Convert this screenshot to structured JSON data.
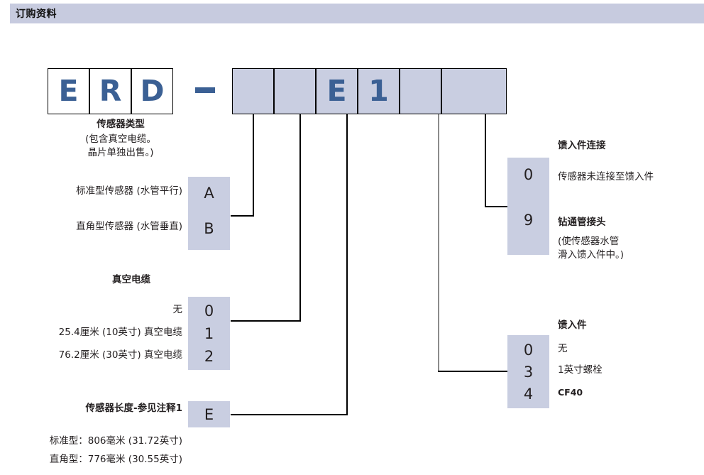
{
  "header": {
    "title": "订购资料"
  },
  "code": {
    "cells": [
      {
        "char": "E",
        "style": "white"
      },
      {
        "char": "R",
        "style": "white"
      },
      {
        "char": "D",
        "style": "white"
      },
      {
        "char": "",
        "style": "gray"
      },
      {
        "char": "",
        "style": "gray"
      },
      {
        "char": "E",
        "style": "gray"
      },
      {
        "char": "1",
        "style": "gray"
      },
      {
        "char": "",
        "style": "gray"
      },
      {
        "char": "",
        "style": "gray"
      }
    ],
    "separator": "–"
  },
  "sections": {
    "sensor_type": {
      "title": "传感器类型",
      "note_line1": "(包含真空电缆。",
      "note_line2": "晶片单独出售。)",
      "options": [
        {
          "label": "标准型传感器 (水管平行)",
          "code": "A"
        },
        {
          "label": "直角型传感器 (水管垂直)",
          "code": "B"
        }
      ]
    },
    "vacuum_cable": {
      "title": "真空电缆",
      "options": [
        {
          "label": "无",
          "code": "0"
        },
        {
          "label": "25.4厘米 (10英寸) 真空电缆",
          "code": "1"
        },
        {
          "label": "76.2厘米 (30英寸) 真空电缆",
          "code": "2"
        }
      ]
    },
    "sensor_length": {
      "title": "传感器长度-参见注释1",
      "code": "E",
      "details": [
        "标准型：806毫米 (31.72英寸)",
        "直角型：776毫米 (30.55英寸)"
      ]
    },
    "feedthrough_connection": {
      "title": "馈入件连接",
      "options": [
        {
          "code": "0",
          "label": "传感器未连接至馈入件",
          "bold": false
        },
        {
          "code": "9",
          "label": "钻通管接头",
          "bold": true
        }
      ],
      "note_line1": "(使传感器水管",
      "note_line2": "滑入馈入件中。)"
    },
    "feedthrough": {
      "title": "馈入件",
      "options": [
        {
          "code": "0",
          "label": "无"
        },
        {
          "code": "3",
          "label": "1英寸螺栓"
        },
        {
          "code": "4",
          "label": "CF40"
        }
      ]
    }
  },
  "colors": {
    "header_bg": "#c7cbdf",
    "box_fill": "#c9cee1",
    "code_text": "#3b6094",
    "line": "#000000"
  }
}
